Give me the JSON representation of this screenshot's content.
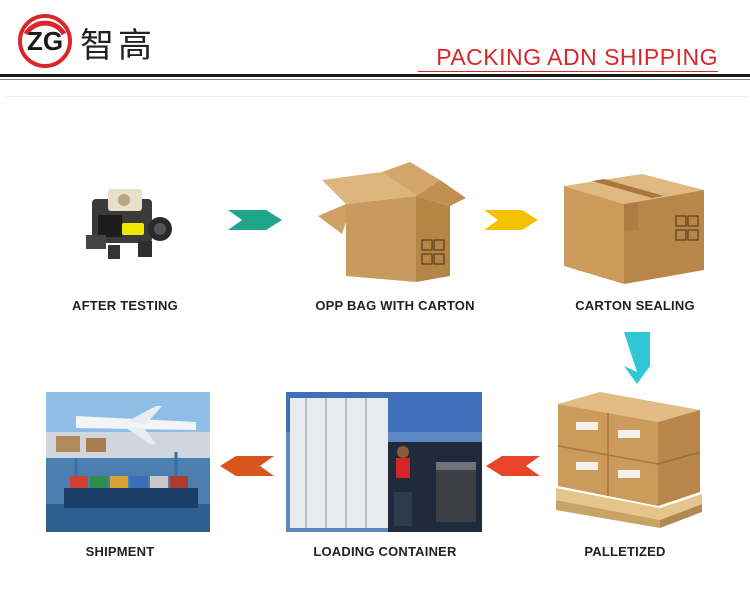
{
  "header": {
    "logo_letters": "ZG",
    "logo_chinese": "智高",
    "title": "PACKING ADN SHIPPING"
  },
  "steps": [
    {
      "label": "AFTER TESTING"
    },
    {
      "label": "OPP BAG WITH CARTON"
    },
    {
      "label": "CARTON SEALING"
    },
    {
      "label": "PALLETIZED"
    },
    {
      "label": "LOADING CONTAINER"
    },
    {
      "label": "SHIPMENT"
    }
  ],
  "colors": {
    "brand_red": "#d8262a",
    "arrow_green": "#1fa58a",
    "arrow_yellow": "#f5c000",
    "arrow_cyan": "#2fc6d6",
    "arrow_red": "#e8442a",
    "arrow_orange": "#d8561e",
    "carton": "#c99a5e"
  }
}
